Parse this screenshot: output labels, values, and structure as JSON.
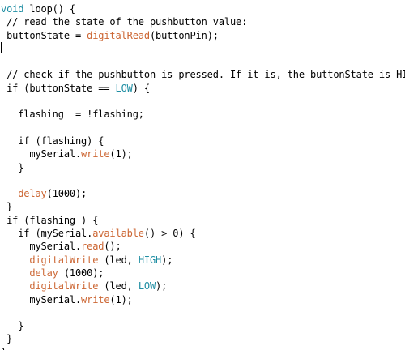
{
  "colors": {
    "background": "#ffffff",
    "text": "#000000",
    "keyword": "#1f8ea3",
    "function": "#cc6633",
    "constant": "#1f8ea3"
  },
  "editor": {
    "lines": [
      [
        {
          "t": "kw",
          "s": "void"
        },
        {
          "t": "plain",
          "s": " loop() {"
        }
      ],
      [
        {
          "t": "plain",
          "s": " // read the state of the pushbutton value:"
        }
      ],
      [
        {
          "t": "plain",
          "s": " buttonState = "
        },
        {
          "t": "fn",
          "s": "digitalRead"
        },
        {
          "t": "plain",
          "s": "(buttonPin);"
        }
      ],
      [
        {
          "t": "caret",
          "s": ""
        }
      ],
      [
        {
          "t": "plain",
          "s": ""
        }
      ],
      [
        {
          "t": "plain",
          "s": " // check if the pushbutton is pressed. If it is, the buttonState is HIGH:"
        }
      ],
      [
        {
          "t": "plain",
          "s": " if (buttonState == "
        },
        {
          "t": "const",
          "s": "LOW"
        },
        {
          "t": "plain",
          "s": ") {"
        }
      ],
      [
        {
          "t": "plain",
          "s": ""
        }
      ],
      [
        {
          "t": "plain",
          "s": "   flashing  = !flashing;"
        }
      ],
      [
        {
          "t": "plain",
          "s": ""
        }
      ],
      [
        {
          "t": "plain",
          "s": "   if (flashing) {"
        }
      ],
      [
        {
          "t": "plain",
          "s": "     mySerial."
        },
        {
          "t": "fn",
          "s": "write"
        },
        {
          "t": "plain",
          "s": "(1);"
        }
      ],
      [
        {
          "t": "plain",
          "s": "   }"
        }
      ],
      [
        {
          "t": "plain",
          "s": ""
        }
      ],
      [
        {
          "t": "plain",
          "s": "   "
        },
        {
          "t": "fn",
          "s": "delay"
        },
        {
          "t": "plain",
          "s": "(1000);"
        }
      ],
      [
        {
          "t": "plain",
          "s": " }"
        }
      ],
      [
        {
          "t": "plain",
          "s": " if (flashing ) {"
        }
      ],
      [
        {
          "t": "plain",
          "s": "   if (mySerial."
        },
        {
          "t": "fn",
          "s": "available"
        },
        {
          "t": "plain",
          "s": "() > 0) {"
        }
      ],
      [
        {
          "t": "plain",
          "s": "     mySerial."
        },
        {
          "t": "fn",
          "s": "read"
        },
        {
          "t": "plain",
          "s": "();"
        }
      ],
      [
        {
          "t": "plain",
          "s": "     "
        },
        {
          "t": "fn",
          "s": "digitalWrite"
        },
        {
          "t": "plain",
          "s": " (led, "
        },
        {
          "t": "const",
          "s": "HIGH"
        },
        {
          "t": "plain",
          "s": ");"
        }
      ],
      [
        {
          "t": "plain",
          "s": "     "
        },
        {
          "t": "fn",
          "s": "delay"
        },
        {
          "t": "plain",
          "s": " (1000);"
        }
      ],
      [
        {
          "t": "plain",
          "s": "     "
        },
        {
          "t": "fn",
          "s": "digitalWrite"
        },
        {
          "t": "plain",
          "s": " (led, "
        },
        {
          "t": "const",
          "s": "LOW"
        },
        {
          "t": "plain",
          "s": ");"
        }
      ],
      [
        {
          "t": "plain",
          "s": "     mySerial."
        },
        {
          "t": "fn",
          "s": "write"
        },
        {
          "t": "plain",
          "s": "(1);"
        }
      ],
      [
        {
          "t": "plain",
          "s": ""
        }
      ],
      [
        {
          "t": "plain",
          "s": "   }"
        }
      ],
      [
        {
          "t": "plain",
          "s": " }"
        }
      ],
      [
        {
          "t": "plain",
          "s": "}"
        }
      ]
    ]
  }
}
